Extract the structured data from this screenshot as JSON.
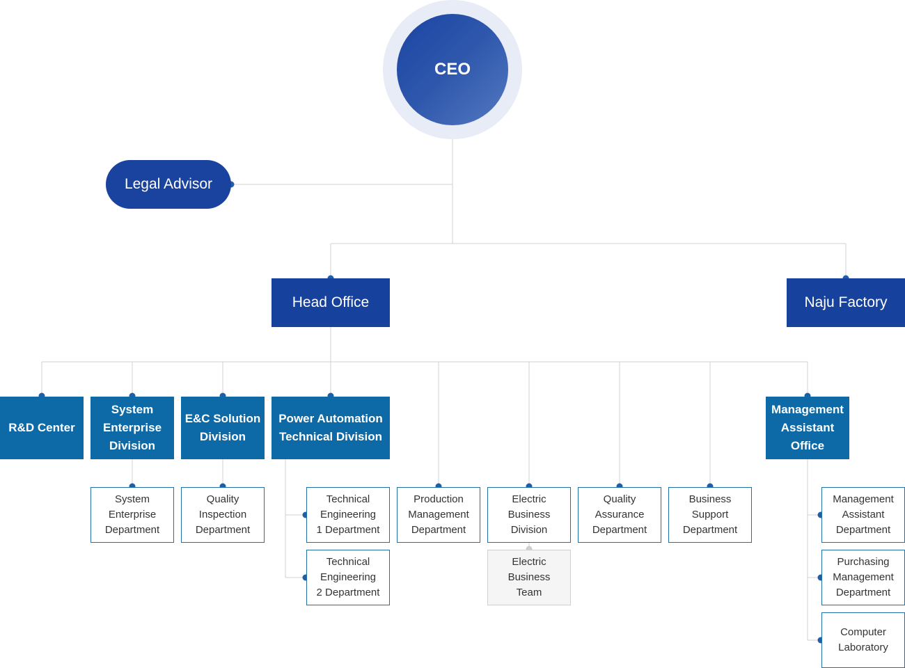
{
  "ceo": "CEO",
  "legal_advisor": "Legal Advisor",
  "head_office": "Head Office",
  "naju_factory": "Naju Factory",
  "divisions": {
    "rnd": "R&D Center",
    "system_enterprise": "System\nEnterprise\nDivision",
    "ec_solution": "E&C Solution\nDivision",
    "power_automation": "Power Automation\nTechnical Division",
    "management_assistant": "Management\nAssistant\nOffice"
  },
  "departments": {
    "system_enterprise": "System\nEnterprise\nDepartment",
    "quality_inspection": "Quality\nInspection\nDepartment",
    "technical_engineering_1": "Technical\nEngineering\n1 Department",
    "technical_engineering_2": "Technical\nEngineering\n2 Department",
    "production_management": "Production\nManagement\nDepartment",
    "electric_business_division": "Electric\nBusiness\nDivision",
    "electric_business_team": "Electric\nBusiness\nTeam",
    "quality_assurance": "Quality\nAssurance\nDepartment",
    "business_support": "Business\nSupport\nDepartment",
    "management_assistant": "Management\nAssistant\nDepartment",
    "purchasing_management": "Purchasing\nManagement\nDepartment",
    "computer_laboratory": "Computer\nLaboratory"
  },
  "colors": {
    "ceo": "#2f58ad",
    "advisor": "#1a43a0",
    "office": "#16419c",
    "division": "#0e6aa6",
    "dept_border": "#1f6fa9",
    "connector": "#d0d0d0"
  }
}
